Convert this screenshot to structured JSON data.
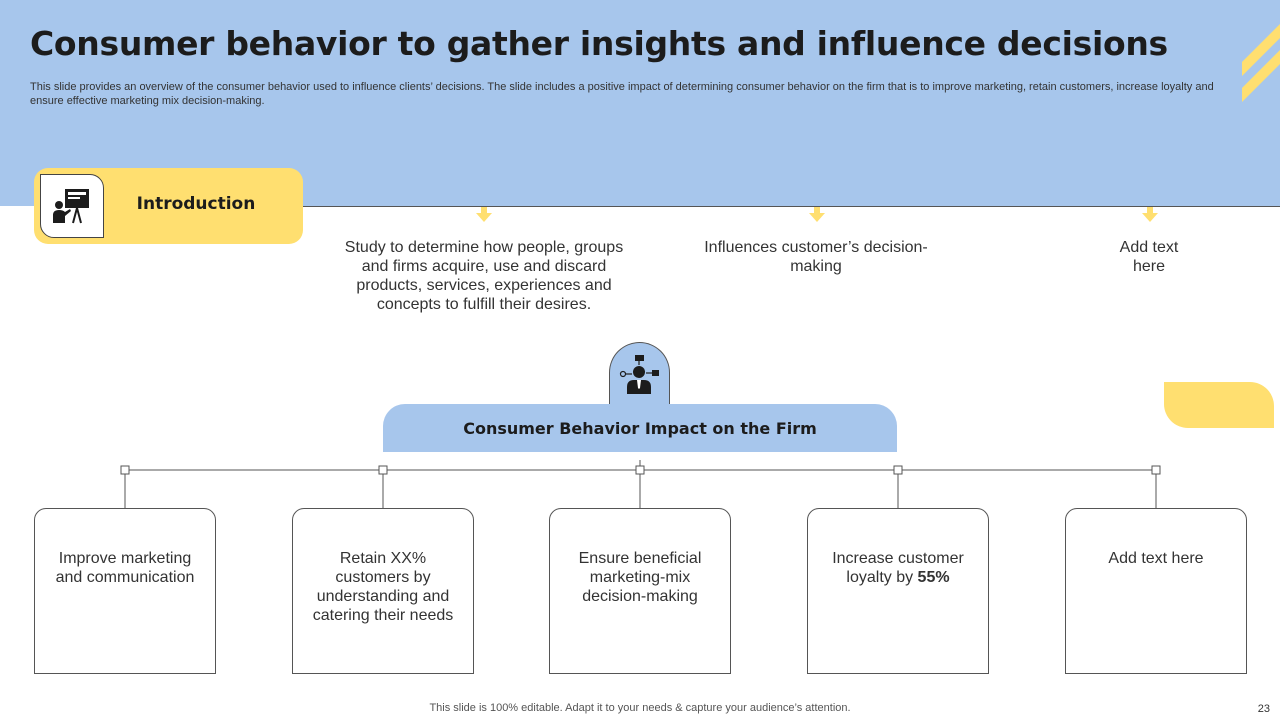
{
  "slide": {
    "title": "Consumer behavior to gather insights and influence decisions",
    "subtitle": "This slide provides an overview of the consumer behavior used to influence clients’ decisions. The slide includes a positive impact of determining consumer behavior on the firm that is to improve marketing, retain customers, increase loyalty and ensure effective marketing mix decision-making."
  },
  "introduction": {
    "label": "Introduction",
    "icon": "presenter-board-icon"
  },
  "info_points": [
    {
      "text": "Study to determine how people, groups and firms acquire, use and discard products, services, experiences and concepts to fulfill their desires."
    },
    {
      "text": "Influences customer’s decision-making"
    },
    {
      "text": "Add text here"
    }
  ],
  "impact": {
    "title": "Consumer Behavior Impact on the Firm",
    "icon": "businessman-network-icon"
  },
  "cards": [
    {
      "text": "Improve marketing and communication"
    },
    {
      "text": "Retain XX% customers by understanding and catering their needs"
    },
    {
      "text": "Ensure beneficial marketing-mix decision-making"
    },
    {
      "text_before": "Increase customer loyalty  by ",
      "text_bold": "55%"
    },
    {
      "text": "Add text here"
    }
  ],
  "footer": {
    "note": "This slide is 100% editable. Adapt it to your needs & capture your audience’s attention.",
    "page_number": "23"
  },
  "colors": {
    "header_blue": "#a7c6ec",
    "accent_yellow": "#ffdf70",
    "title_dark": "#1c1c1c",
    "text_gray": "#333333"
  }
}
